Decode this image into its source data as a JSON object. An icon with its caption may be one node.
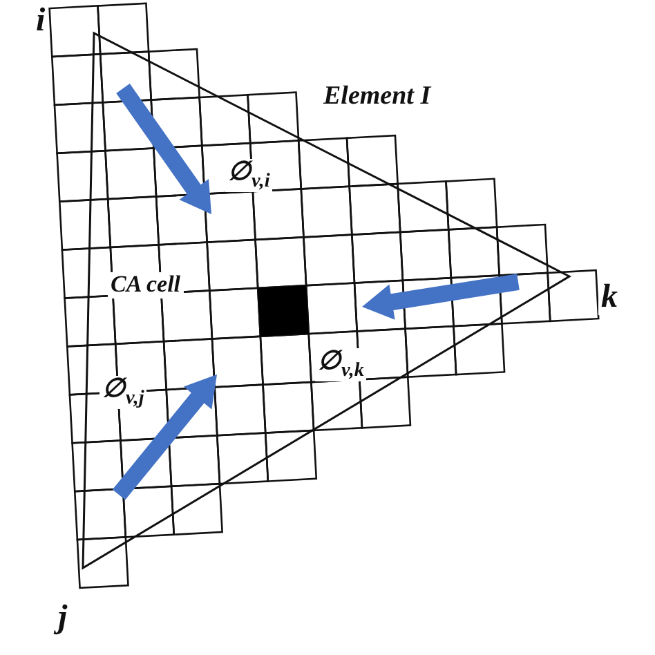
{
  "diagram": {
    "labels": [
      "i",
      "Element  I",
      "∅$_{v,i}$",
      "CA cell",
      "k",
      "∅$_{v,k}$",
      "∅$_{v,j}$",
      "j"
    ]
  }
}
